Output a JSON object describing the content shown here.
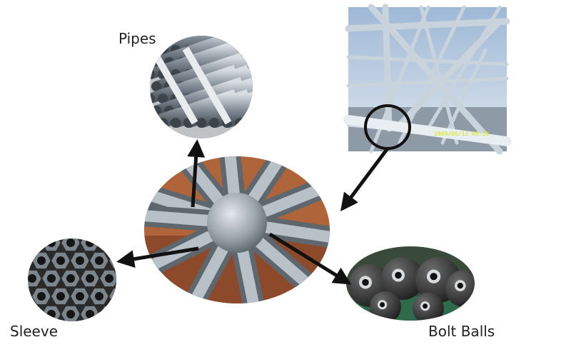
{
  "labels": {
    "pipes": "Pipes",
    "sleeve": "Sleeve",
    "bolt_balls": "Bolt Balls"
  },
  "photo_caption": "2009/06/12 09:20",
  "colors": {
    "arrow": "#111111",
    "circle_marker": "#111111",
    "caption": "#d8e800"
  },
  "icons": {
    "center": "bolt-ball-joint-assembly-image",
    "pipes": "pipes-bundle-image",
    "sleeve": "hexagon-sleeves-image",
    "bolt_balls": "bolt-balls-image",
    "space_frame": "space-frame-structure-photo"
  }
}
